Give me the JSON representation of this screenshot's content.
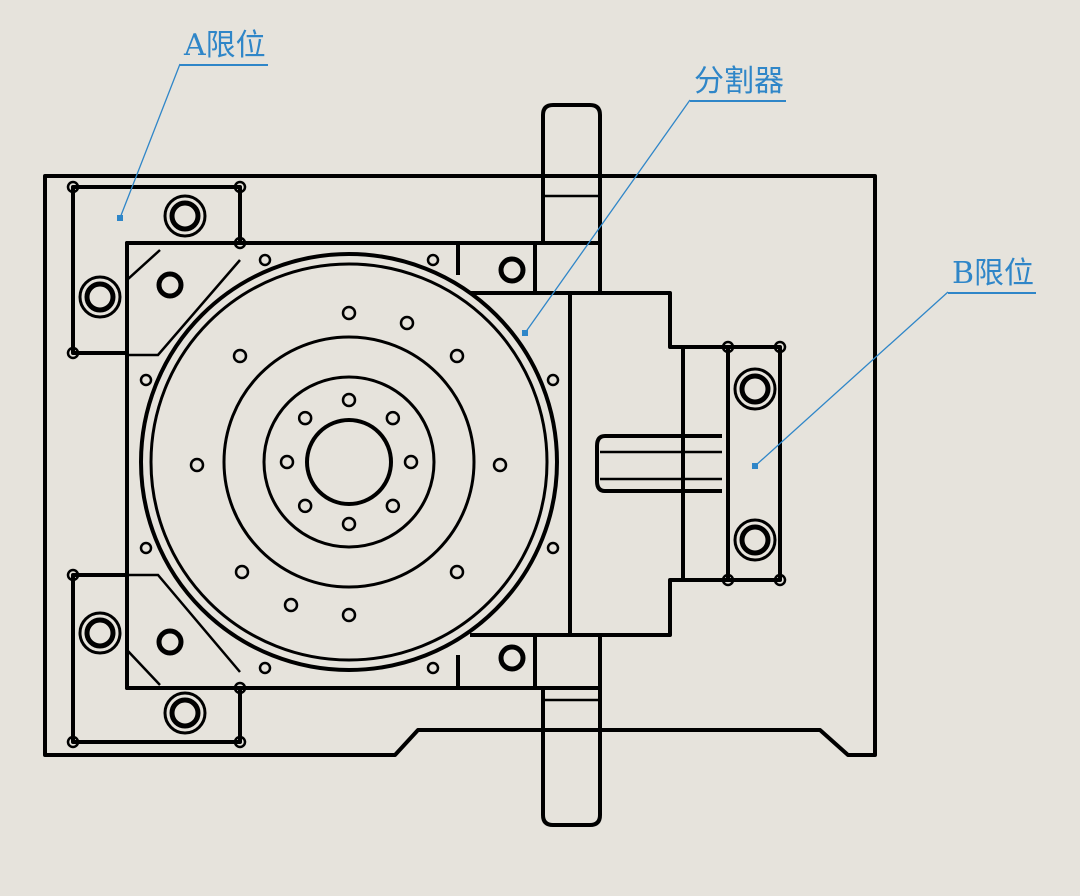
{
  "labels": {
    "a_stop": "A限位",
    "indexer": "分割器",
    "b_stop": "B限位"
  },
  "colors": {
    "background": "#e6e3dc",
    "annotation": "#2f86c8",
    "line": "#000000"
  }
}
